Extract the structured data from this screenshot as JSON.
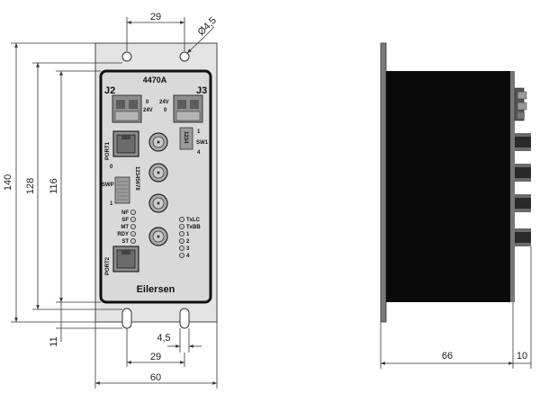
{
  "front_view": {
    "model": "4470A",
    "connector_j2": "J2",
    "connector_j3": "J3",
    "j2_pins": [
      "0",
      "24V"
    ],
    "j3_pins": [
      "24V",
      "0"
    ],
    "port1": "PORT1",
    "port2": "PORT2",
    "swp": "SWP",
    "swp_numbers": "12345678",
    "swp_zero": "0",
    "swp_one": "1",
    "sw1": "SW1",
    "sw1_numbers": "1234",
    "sw1_top": "1",
    "sw1_bottom": "4",
    "left_leds": [
      "NF",
      "SF",
      "MT",
      "RDY",
      "ST"
    ],
    "right_leds": [
      "TxLC",
      "TxBB",
      "1",
      "2",
      "3",
      "4"
    ],
    "brand": "Eilersen"
  },
  "dimensions": {
    "top_width": "29",
    "hole_diameter": "Ø4,5",
    "height_total": "140",
    "height_128": "128",
    "height_116": "116",
    "height_11": "11",
    "slot_width": "4,5",
    "bottom_width": "29",
    "overall_width": "60",
    "depth": "66",
    "depth_extra": "10"
  }
}
